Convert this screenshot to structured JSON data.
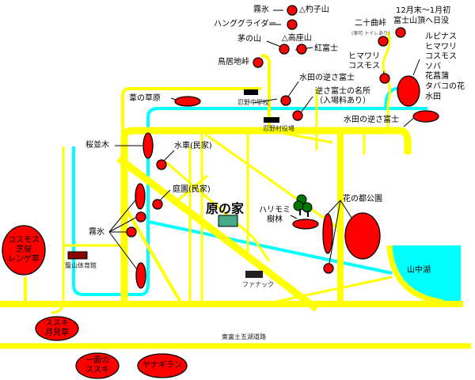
{
  "colors": {
    "road": "#ffff00",
    "river": "#00ffff",
    "spot": "#ff0000",
    "outline": "#000000"
  },
  "title": "原の家",
  "labels": {
    "muhyo_top": "霧氷",
    "shakushiyama": "△杓子山",
    "hang_glider": "ハンググライダー",
    "kaya_no_yama": "茅の山",
    "takazayama": "△高座山",
    "beni_fuji": "紅富士",
    "toriichi_toge": "鳥居地峠",
    "nijumagari_toge": "二十曲峠",
    "nijumagari_note": "(車可 トイレあり)",
    "sunset_line1": "12月末～1月初",
    "sunset_line2": "富士山頂へ日没",
    "flowers": [
      "ルピナス",
      "ヒマワリ",
      "コスモス",
      "ソバ",
      "花菖蒲",
      "タバコの花",
      "水田"
    ],
    "himawari_cosmos": [
      "ヒマワリ",
      "コスモス"
    ],
    "suiden_sakasa_1": "水田の逆さ富士",
    "sakasa_meisho_1": "逆さ富士の名所",
    "sakasa_meisho_2": "（入場料あり）",
    "suiden_sakasa_2": "水田の逆さ富士",
    "ashi_no_kusahara": "葦の草原",
    "oshino_jhs": "忍野中学校",
    "oshino_office": "忍野村役場",
    "sakura_namiki": "桜並木",
    "suisha": "水車(民家)",
    "teien": "庭園(民家)",
    "muhyo_left": "霧氷",
    "harimomi": [
      "ハリモミ",
      "樹林"
    ],
    "hananomiyako": "花の都公園",
    "yamanakako": "山中湖",
    "fanuc": "ファナック",
    "kagoyama_gym": "籠山体育館",
    "higashi_fuji_road": "東富士五湖道路",
    "cosmos_shibazakura": [
      "コスモス",
      "芝桜",
      "レンゲ草"
    ],
    "susuki_tsukimisou": [
      "ススキ",
      "月見草"
    ],
    "ichimen_susuki": [
      "一面の",
      "ススキ"
    ],
    "yanagiran": "ヤナギラン"
  }
}
